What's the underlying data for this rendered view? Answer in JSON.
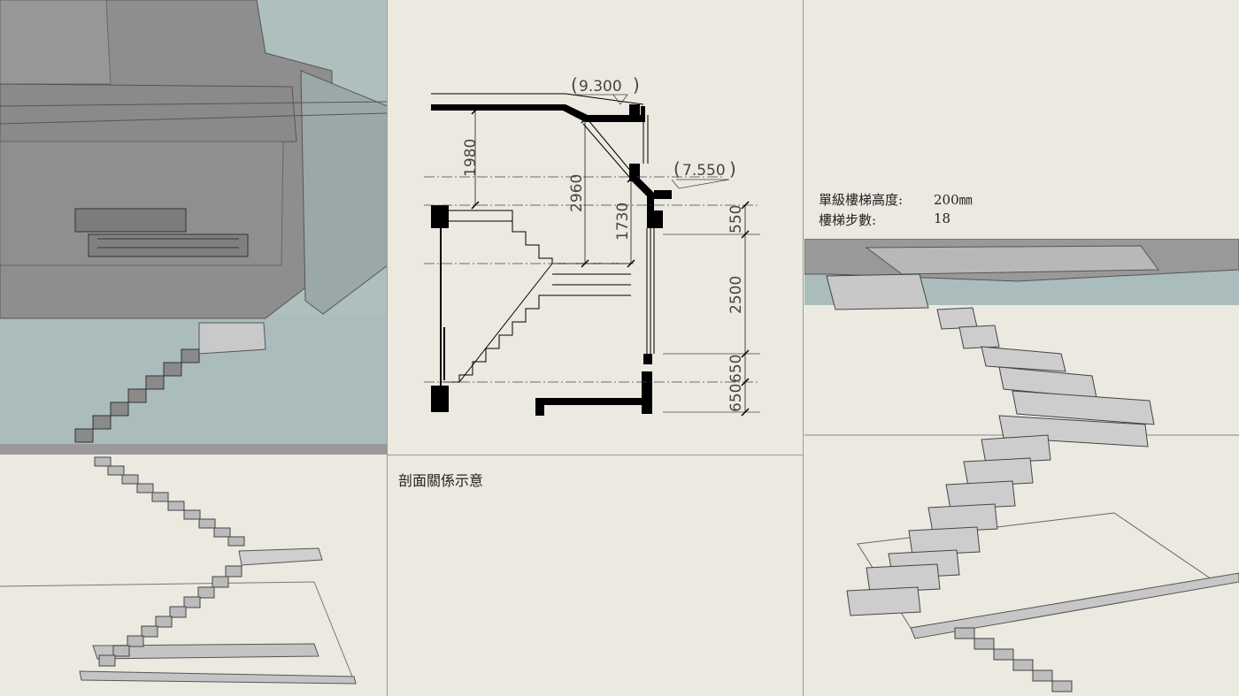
{
  "section": {
    "levels": [
      "9.300",
      "7.550"
    ],
    "dims_vertical": [
      "1980",
      "2960",
      "1730"
    ],
    "dims_right": [
      "550",
      "2500",
      "650",
      "650"
    ]
  },
  "caption": "剖面關係示意",
  "info": {
    "height_label": "單級樓梯高度:",
    "height_value": "200㎜",
    "steps_label": "樓梯步數:",
    "steps_value": "18"
  }
}
